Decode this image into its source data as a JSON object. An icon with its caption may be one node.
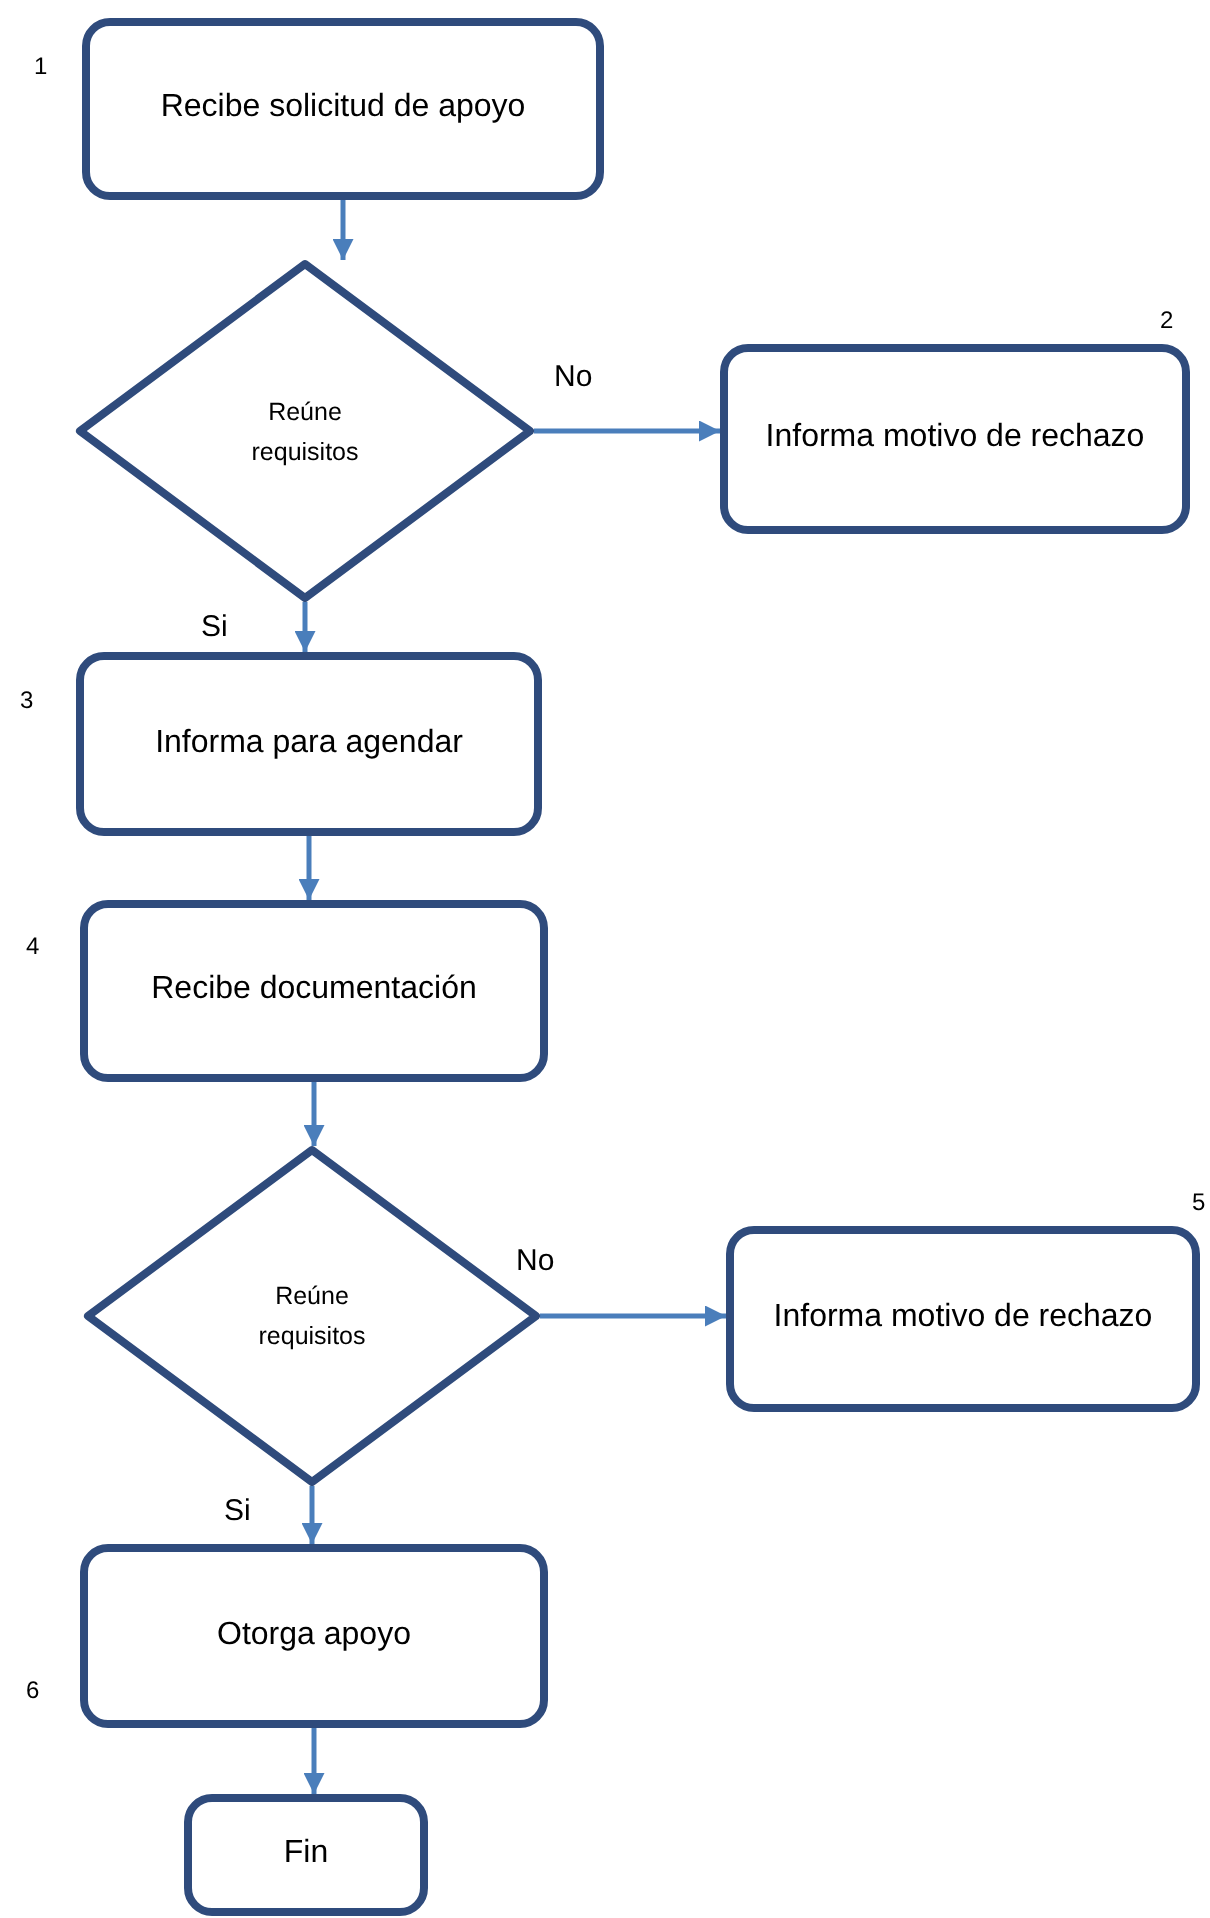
{
  "diagram": {
    "nodes": [
      {
        "text": [
          "Recibe solicitud de apoyo"
        ],
        "beside": [
          "1"
        ]
      },
      {
        "text": [
          "Reúne requisitos"
        ]
      },
      {
        "text": [
          "Informa motivo de rechazo"
        ],
        "beside": [
          "2"
        ]
      },
      {
        "text": [
          "Informa para agendar"
        ],
        "beside": [
          "3"
        ]
      },
      {
        "text": [
          "Recibe documentación"
        ],
        "beside": [
          "4"
        ]
      },
      {
        "text": [
          "Reúne requisitos"
        ]
      },
      {
        "text": [
          "Informa motivo de rechazo"
        ],
        "beside": [
          "5"
        ]
      },
      {
        "text": [
          "Otorga apoyo"
        ],
        "beside": [
          "6"
        ]
      },
      {
        "text": [
          "Fin"
        ]
      }
    ],
    "edges": [
      {
        "from": 0,
        "to": 1,
        "arrow": "to"
      },
      {
        "from": 1,
        "to": 2,
        "arrow": "to",
        "label": "No"
      },
      {
        "from": 1,
        "to": 3,
        "arrow": "to",
        "label": "Si"
      },
      {
        "from": 3,
        "to": 4,
        "arrow": "to"
      },
      {
        "from": 4,
        "to": 5,
        "arrow": "to"
      },
      {
        "from": 5,
        "to": 6,
        "arrow": "to",
        "label": "No"
      },
      {
        "from": 5,
        "to": 7,
        "arrow": "to",
        "label": "Si"
      },
      {
        "from": 7,
        "to": 8,
        "arrow": "to"
      }
    ]
  }
}
